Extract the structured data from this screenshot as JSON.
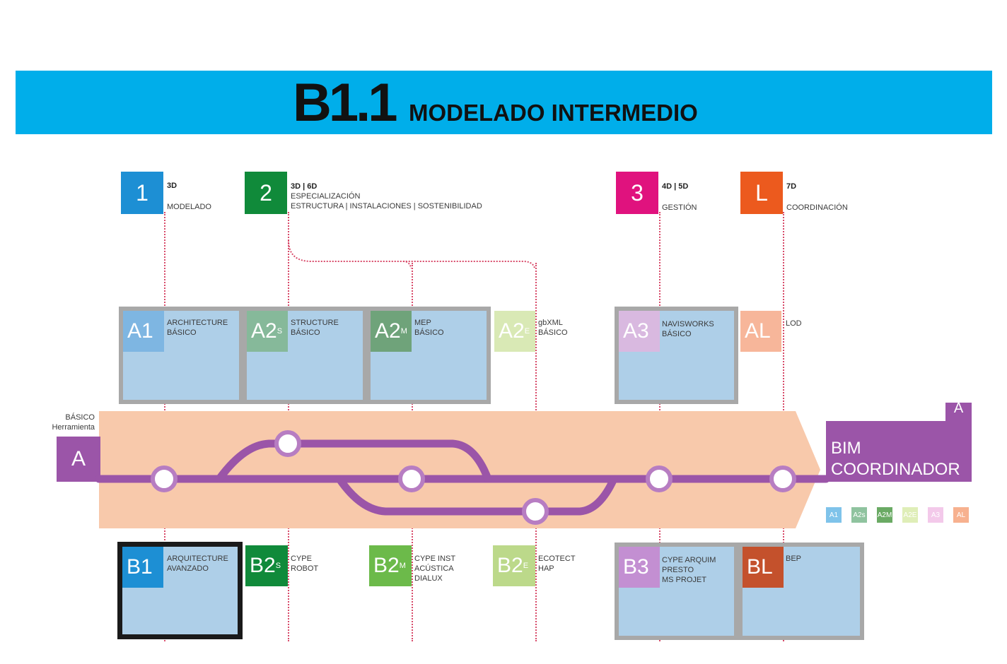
{
  "header": {
    "code": "B1.1",
    "title": "MODELADO INTERMEDIO"
  },
  "levels": [
    {
      "num": "1",
      "line1": "3D",
      "line2": "",
      "line3": "MODELADO",
      "color": "#1d8fd4"
    },
    {
      "num": "2",
      "line1": "3D | 6D",
      "line2": "ESPECIALIZACIÓN",
      "line3": "ESTRUCTURA | INSTALACIONES | SOSTENIBILIDAD",
      "color": "#108a3a"
    },
    {
      "num": "3",
      "line1": "4D | 5D",
      "line2": "",
      "line3": "GESTIÓN",
      "color": "#e0127e"
    },
    {
      "num": "L",
      "line1": "7D",
      "line2": "",
      "line3": "COORDINACIÓN",
      "color": "#ec5a1e"
    }
  ],
  "row_a": [
    {
      "code": "A1",
      "sub": "",
      "l1": "ARCHITECTURE",
      "l2": "BÁSICO",
      "color": "#7eb6e2"
    },
    {
      "code": "A2",
      "sub": "S",
      "l1": "STRUCTURE",
      "l2": "BÁSICO",
      "color": "#86b99a"
    },
    {
      "code": "A2",
      "sub": "M",
      "l1": "MEP",
      "l2": "BÁSICO",
      "color": "#6fa37a"
    },
    {
      "code": "A2",
      "sub": "E",
      "l1": "gbXML",
      "l2": "BÁSICO",
      "color": "#d9e9b5"
    },
    {
      "code": "A3",
      "sub": "",
      "l1": "NAVISWORKS",
      "l2": "BÁSICO",
      "color": "#d9b9e0"
    },
    {
      "code": "AL",
      "sub": "",
      "l1": "LOD",
      "l2": "",
      "color": "#f7b69a"
    }
  ],
  "row_b": [
    {
      "code": "B1",
      "sub": "",
      "l1": "ARQUITECTURE",
      "l2": "AVANZADO",
      "l3": "",
      "color": "#1d8fd4"
    },
    {
      "code": "B2",
      "sub": "S",
      "l1": "CYPE",
      "l2": "ROBOT",
      "l3": "",
      "color": "#108a3a"
    },
    {
      "code": "B2",
      "sub": "M",
      "l1": "CYPE INST",
      "l2": "ACÚSTICA",
      "l3": "DIALUX",
      "color": "#6cba4a"
    },
    {
      "code": "B2",
      "sub": "E",
      "l1": "ECOTECT",
      "l2": "HAP",
      "l3": "",
      "color": "#bcd98a"
    },
    {
      "code": "B3",
      "sub": "",
      "l1": "CYPE ARQUIM",
      "l2": "PRESTO",
      "l3": "MS PROJET",
      "color": "#c38fd2"
    },
    {
      "code": "BL",
      "sub": "",
      "l1": "BEP",
      "l2": "",
      "l3": "",
      "color": "#c4512c"
    }
  ],
  "track": {
    "start_code": "A",
    "start_l1": "BÁSICO",
    "start_l2": "Herramienta",
    "end_code": "A",
    "end_l1": "BIM",
    "end_l2": "COORDINADOR",
    "line_color": "#9b55a8",
    "band_color": "#f8c9ab"
  },
  "legend": [
    {
      "label": "A1",
      "color": "#7fc3ea"
    },
    {
      "label": "A2s",
      "color": "#8fc39f"
    },
    {
      "label": "A2M",
      "color": "#6aaa64"
    },
    {
      "label": "A2E",
      "color": "#dfeeb8"
    },
    {
      "label": "A3",
      "color": "#f3c9ea"
    },
    {
      "label": "AL",
      "color": "#f7b18f"
    }
  ]
}
